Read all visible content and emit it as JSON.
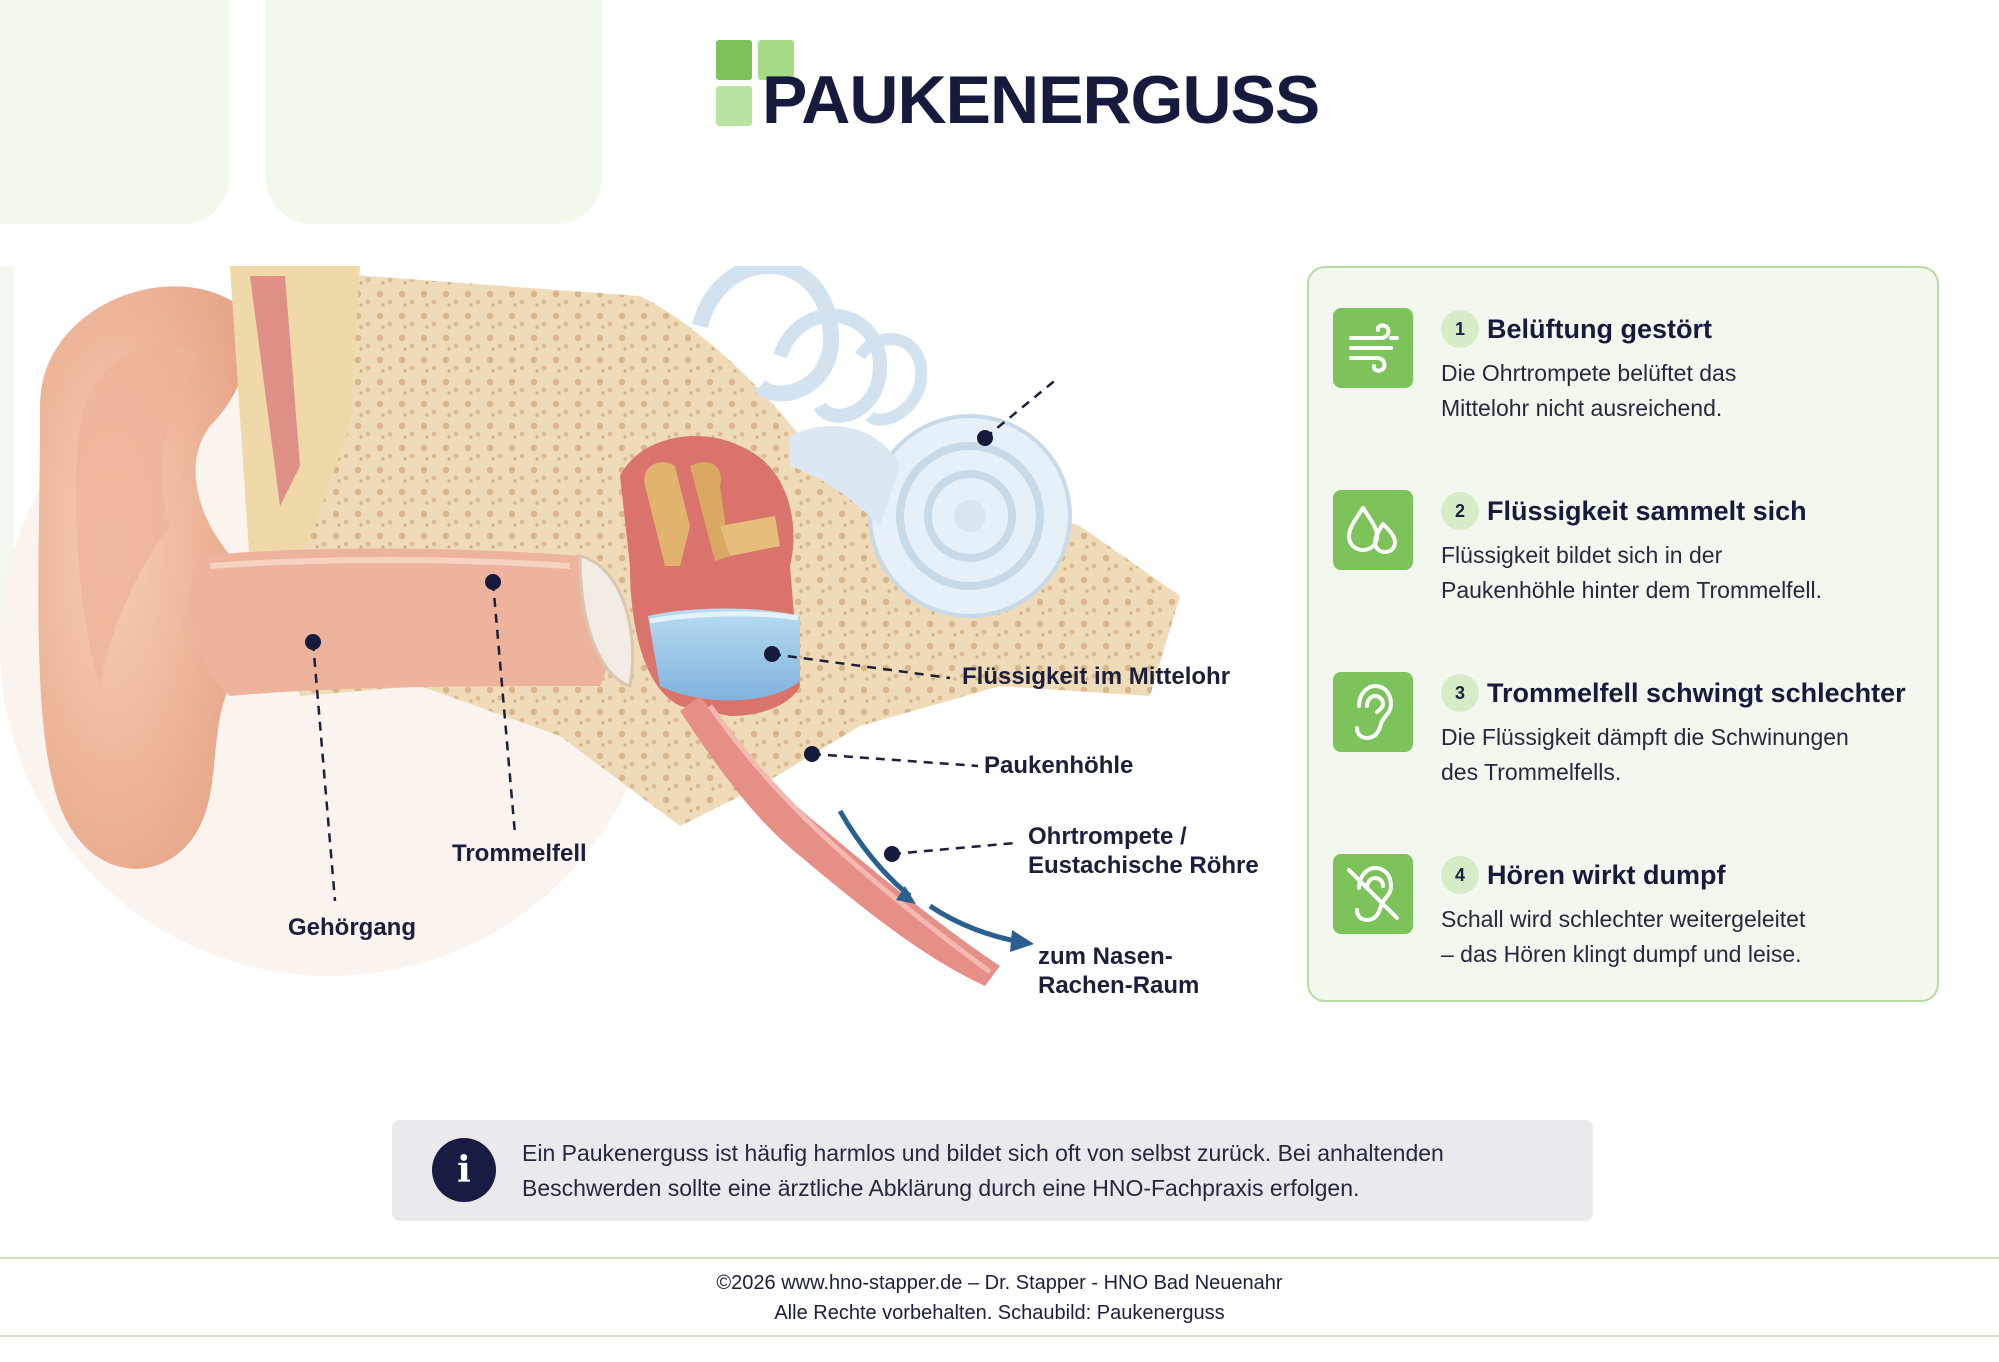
{
  "title": "PAUKENERGUSS",
  "colors": {
    "accent": "#7cc35a",
    "accent_light": "#b9e3a0",
    "dark": "#161b3d",
    "panel_bg": "#f2f8ed"
  },
  "labels": {
    "gehoergang": "Gehörgang",
    "trommelfell": "Trommelfell",
    "fluessigkeit": "Flüssigkeit im Mittelohr",
    "paukenhoehle": "Paukenhöhle",
    "ohrtrompete_1": "Ohrtrompete /",
    "ohrtrompete_2": "Eustachische Röhre",
    "nasen_1": "zum Nasen-",
    "nasen_2": "Rachen-Raum"
  },
  "steps": [
    {
      "num": "1",
      "icon": "wind-icon",
      "title": "Belüftung gestört",
      "line1": "Die Ohrtrompete belüftet das",
      "line2": "Mittelohr nicht ausreichend."
    },
    {
      "num": "2",
      "icon": "droplets-icon",
      "title": "Flüssigkeit sammelt sich",
      "line1": "Flüssigkeit bildet sich in der",
      "line2": "Paukenhöhle hinter dem Trommelfell."
    },
    {
      "num": "3",
      "icon": "ear-icon",
      "title": "Trommelfell schwingt schlechter",
      "line1": "Die Flüssigkeit dämpft die Schwinungen",
      "line2": "des Trommelfells."
    },
    {
      "num": "4",
      "icon": "ear-off-icon",
      "title": "Hören wirkt dumpf",
      "line1": "Schall wird schlechter weitergeleitet",
      "line2": "– das Hören klingt dumpf und leise."
    }
  ],
  "note": {
    "icon": "info-icon",
    "icon_glyph": "i",
    "line1": "Ein Paukenerguss ist häufig harmlos und bildet sich oft von selbst zurück. Bei anhaltenden",
    "line2": "Beschwerden sollte eine ärztliche Abklärung durch eine HNO-Fachpraxis erfolgen."
  },
  "footer": {
    "line1": "©2026 www.hno-stapper.de – Dr. Stapper - HNO Bad Neuenahr",
    "line2": "Alle Rechte vorbehalten. Schaubild: Paukenerguss"
  }
}
